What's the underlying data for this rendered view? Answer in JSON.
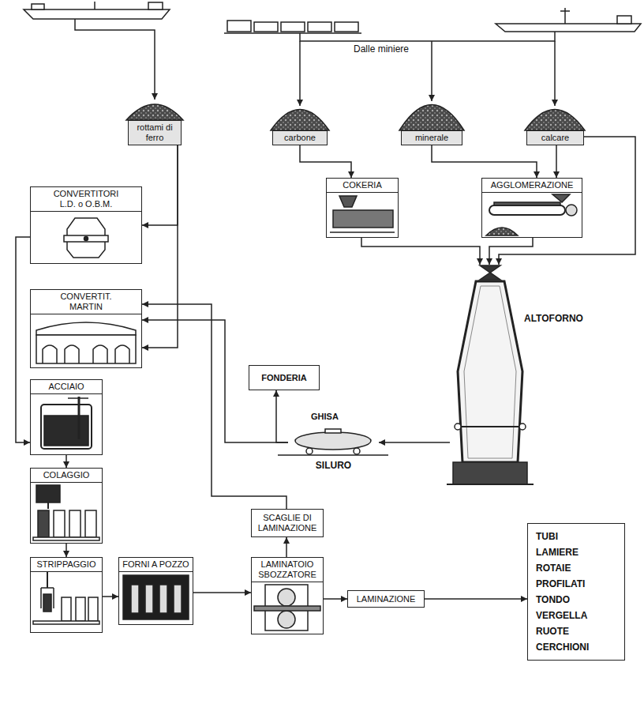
{
  "diagram": {
    "nodes": [
      {
        "text": [
          "rottami di ferro"
        ]
      },
      {
        "text": [
          "carbone"
        ]
      },
      {
        "text": [
          "minerale"
        ]
      },
      {
        "text": [
          "calcare"
        ]
      },
      {
        "text": [
          "COKERIA"
        ]
      },
      {
        "text": [
          "AGGLOMERAZIONE"
        ]
      },
      {
        "text": [
          "ALTOFORNO"
        ]
      },
      {
        "text": [
          "FONDERIA"
        ]
      },
      {
        "text": [
          "SILURO"
        ]
      },
      {
        "text": [
          "CONVERTITORI L.D. o O.B.M."
        ]
      },
      {
        "text": [
          "CONVERTIT. MARTIN"
        ]
      },
      {
        "text": [
          "ACCIAIO"
        ]
      },
      {
        "text": [
          "COLAGGIO"
        ]
      },
      {
        "text": [
          "STRIPPAGGIO"
        ]
      },
      {
        "text": [
          "FORNI A POZZO"
        ]
      },
      {
        "text": [
          "SCAGLIE DI LAMINAZIONE"
        ]
      },
      {
        "text": [
          "LAMINATOIO SBOZZATORE"
        ]
      },
      {
        "text": [
          "LAMINAZIONE"
        ]
      },
      {
        "text": [
          "TUBI",
          "LAMIERE",
          "ROTAIE",
          "PROFILATI",
          "TONDO",
          "VERGELLA",
          "RUOTE",
          "CERCHIONI"
        ]
      }
    ],
    "edges": [
      {
        "from": 0,
        "to": 9,
        "arrow": "to"
      },
      {
        "from": 0,
        "to": 10,
        "arrow": "to"
      },
      {
        "from": 1,
        "to": 4,
        "arrow": "to"
      },
      {
        "from": 2,
        "to": 5,
        "arrow": "to"
      },
      {
        "from": 3,
        "to": 5,
        "arrow": "to"
      },
      {
        "from": 3,
        "to": 6,
        "arrow": "to"
      },
      {
        "from": 4,
        "to": 6,
        "arrow": "to"
      },
      {
        "from": 5,
        "to": 6,
        "arrow": "to"
      },
      {
        "from": 6,
        "to": 8,
        "arrow": "to"
      },
      {
        "from": 8,
        "to": 7,
        "arrow": "to"
      },
      {
        "from": 8,
        "to": 10,
        "arrow": "to"
      },
      {
        "from": 15,
        "to": 10,
        "arrow": "to"
      },
      {
        "from": 9,
        "to": 11,
        "arrow": "to"
      },
      {
        "from": 11,
        "to": 12,
        "arrow": "to"
      },
      {
        "from": 12,
        "to": 13,
        "arrow": "to"
      },
      {
        "from": 13,
        "to": 14,
        "arrow": "to"
      },
      {
        "from": 14,
        "to": 16,
        "arrow": "to"
      },
      {
        "from": 16,
        "to": 15,
        "arrow": "to"
      },
      {
        "from": 16,
        "to": 17,
        "arrow": "to"
      },
      {
        "from": 17,
        "to": 18,
        "arrow": "to"
      }
    ],
    "labels": [
      "Dalle miniere",
      "GHISA"
    ]
  }
}
